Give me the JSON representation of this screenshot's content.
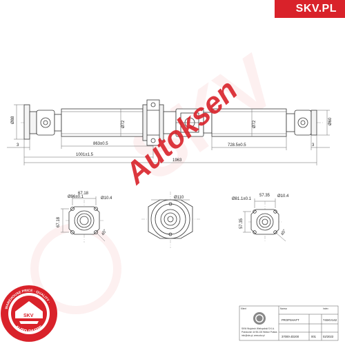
{
  "brand": {
    "logo_text": "SKV.PL",
    "watermark_text": "Autoksen",
    "seal_outer_text": "WAREHOUSE PRICE · QUALITY ·",
    "seal_inner_text": "SKV",
    "seal_bottom_text": "AUTO PARTS",
    "colors": {
      "brand_red": "#d9222a",
      "line": "#333333",
      "dim_line": "#666666"
    }
  },
  "dimensions": {
    "left_flange_dia": "Ø88",
    "tube1_dia": "Ø72",
    "tube2_dia": "Ø72",
    "right_flange_dia": "Ø60",
    "len_863": "863±0.5",
    "len_728": "728.5±0.5",
    "len_1001": "1001±1.5",
    "len_total": "1963",
    "edge_left": "3",
    "edge_right": "3"
  },
  "flange_left": {
    "pcd": "Ø96±0.1",
    "offset_top": "67.18",
    "hole": "Ø10.4",
    "offset_side": "67.18",
    "angle": "45°"
  },
  "flange_center": {
    "dia": "Ø110"
  },
  "flange_right": {
    "pcd": "Ø81.1±0.1",
    "offset_top": "57.35",
    "hole": "Ø10.4",
    "offset_side": "57.35",
    "angle": "45°"
  },
  "title_block": {
    "company_label": "Klient",
    "name_label": "Nazwa",
    "name_value": "PROPSHAFT",
    "index_label": "Index",
    "index_value": "74SKV142",
    "company_line1": "SKW Wojciech Wielopolski S.K.A.",
    "company_line2": "Pstrokonie 44 98-100 Wieluń Polska",
    "company_line3": "info@skv.pl, www.skv.pl",
    "ref_value": "37000-JD200",
    "rev_value": "001",
    "date_value": "02/2023"
  }
}
